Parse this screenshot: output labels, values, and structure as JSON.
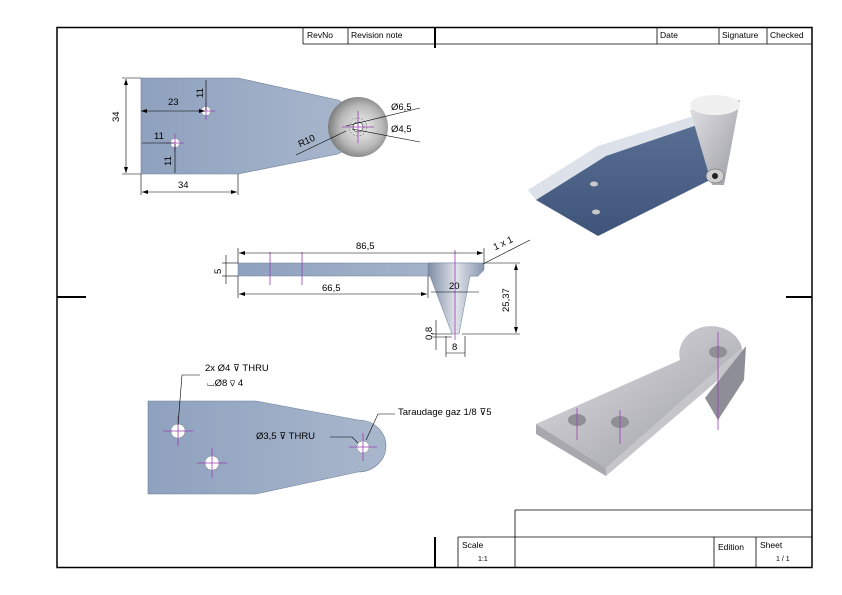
{
  "title_block_top": {
    "rev_no": "RevNo",
    "revision_note": "Revision note",
    "date": "Date",
    "signature": "Signature",
    "checked": "Checked"
  },
  "title_block_bottom": {
    "scale_label": "Scale",
    "scale_value": "1:1",
    "edition_label": "Edition",
    "sheet_label": "Sheet",
    "sheet_value": "1 / 1"
  },
  "top_view": {
    "dim_height": "34",
    "dim_hole_x": "23",
    "dim_hole_y_top": "11",
    "dim_hole2_x": "11",
    "dim_hole2_y": "11",
    "dim_width": "34",
    "dim_radius": "R10",
    "dim_outer_dia": "Ø6,5",
    "dim_inner_dia": "Ø4,5"
  },
  "side_view": {
    "dim_total_length": "86,5",
    "dim_chamfer": "1 x 1",
    "dim_thickness": "5",
    "dim_flat_length": "66,5",
    "dim_cone_width": "20",
    "dim_total_height": "25,37",
    "dim_tip_offset": "0,8",
    "dim_tip_width": "8"
  },
  "bottom_view": {
    "hole_note_line1": "2x Ø4 ⊽ THRU",
    "hole_note_line2": "⌴Ø8 ⊽ 4",
    "thread_note": "Taraudage gaz 1/8  ⊽5",
    "small_hole_note": "Ø3,5 ⊽ THRU"
  }
}
